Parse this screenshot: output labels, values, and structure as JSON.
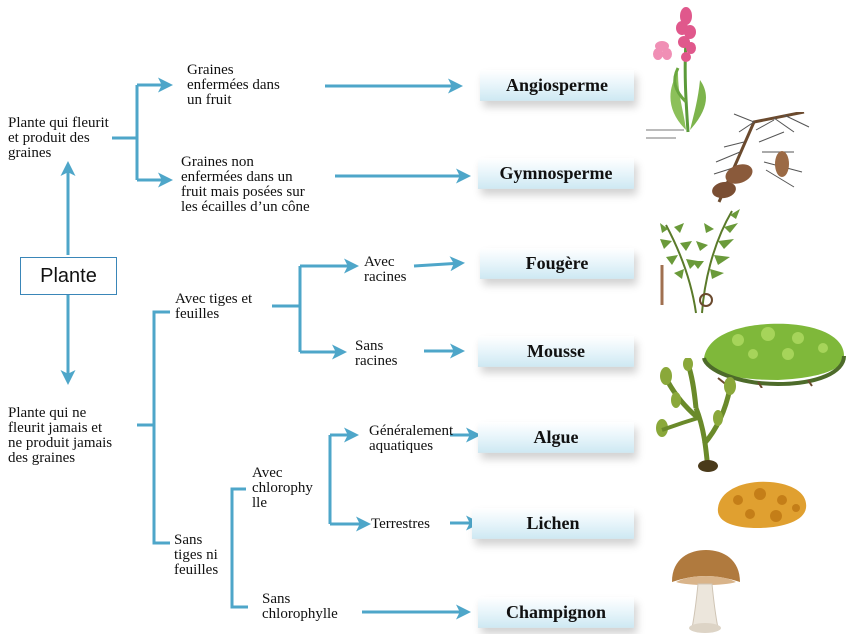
{
  "root": {
    "label": "Plante"
  },
  "branches": {
    "fleurit": "Plante qui fleurit\net produit des\ngraines",
    "ne_fleurit_pas": "Plante qui ne\nfleurit jamais et\nne produit jamais\ndes graines"
  },
  "criteria": {
    "graines_fruit": "Graines\nenfermées dans\nun fruit",
    "graines_non": "Graines non\nenfermées dans un\nfruit mais posées sur\nles écailles d’un cône",
    "tiges_feuilles": "Avec tiges et\nfeuilles",
    "sans_tiges": "Sans\ntiges ni\nfeuilles",
    "avec_racines": "Avec\nracines",
    "sans_racines": "Sans\nracines",
    "avec_chloro": "Avec\nchlorophy\nlle",
    "sans_chloro": "Sans\nchlorophylle",
    "aquatiques": "Généralement\naquatiques",
    "terrestres": "Terrestres"
  },
  "groups": {
    "angiosperme": "Angiosperme",
    "gymnosperme": "Gymnosperme",
    "fougere": "Fougère",
    "mousse": "Mousse",
    "algue": "Algue",
    "lichen": "Lichen",
    "champignon": "Champignon"
  },
  "colors": {
    "connector": "#4ea6c9",
    "box_border": "#3a86b8"
  },
  "illustrations": [
    "orchid-illustration",
    "pine-branch-illustration",
    "fern-illustration",
    "moss-illustration",
    "seaweed-illustration",
    "lichen-illustration",
    "mushroom-illustration"
  ]
}
